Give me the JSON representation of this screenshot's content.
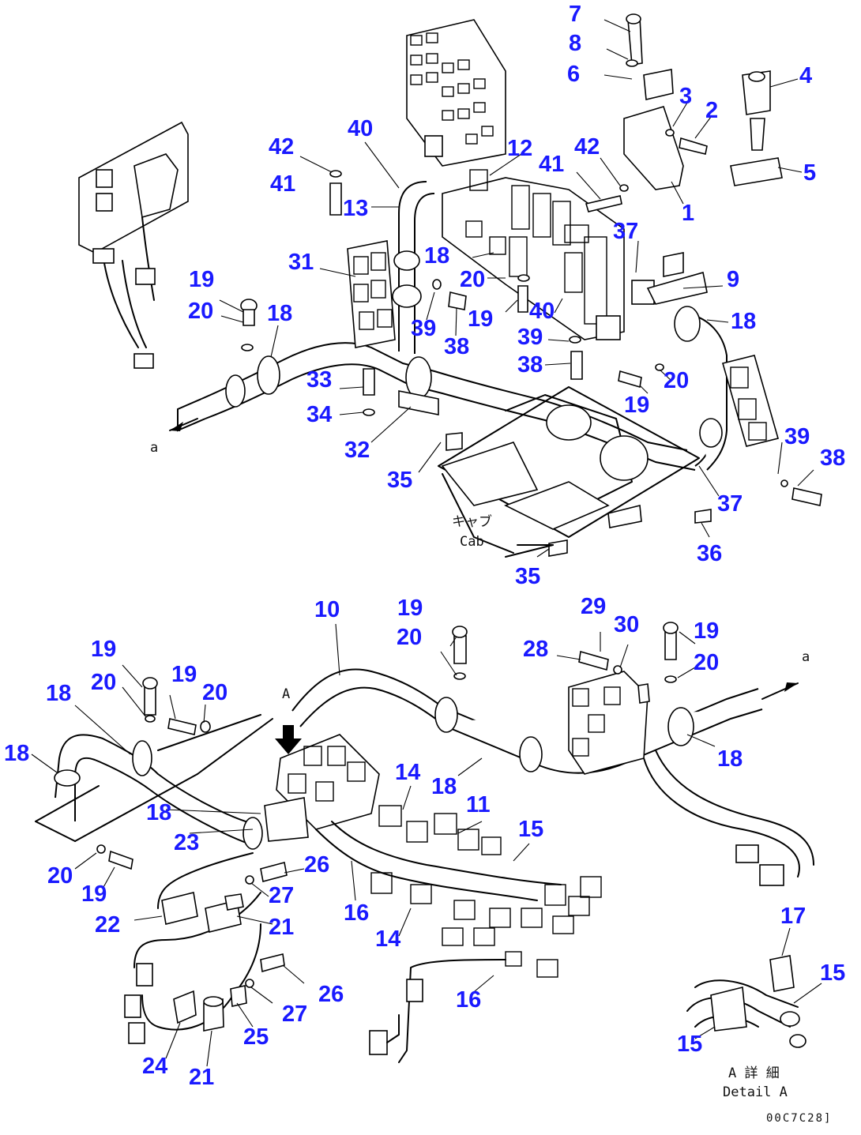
{
  "callouts": [
    "7",
    "8",
    "6",
    "3",
    "2",
    "4",
    "5",
    "1",
    "42",
    "40",
    "12",
    "42",
    "41",
    "13",
    "41",
    "37",
    "9",
    "31",
    "18",
    "20",
    "19",
    "40",
    "18",
    "39",
    "38",
    "19",
    "20",
    "18",
    "39",
    "38",
    "20",
    "33",
    "34",
    "19",
    "32",
    "39",
    "38",
    "35",
    "37",
    "36",
    "35",
    "10",
    "19",
    "20",
    "29",
    "30",
    "19",
    "20",
    "28",
    "19",
    "20",
    "19",
    "20",
    "18",
    "18",
    "18",
    "18",
    "18",
    "23",
    "14",
    "11",
    "15",
    "20",
    "19",
    "26",
    "27",
    "16",
    "14",
    "22",
    "21",
    "17",
    "15",
    "26",
    "27",
    "25",
    "16",
    "24",
    "21",
    "15"
  ],
  "notes": {
    "cab_jp": "キャブ",
    "cab_en": "Cab",
    "detail_jp": "A 詳 細",
    "detail_en": "Detail A",
    "arrow_top": "a",
    "arrow_bottom": "a",
    "pointer_a": "A",
    "drawing_code": "00C7C28]"
  }
}
